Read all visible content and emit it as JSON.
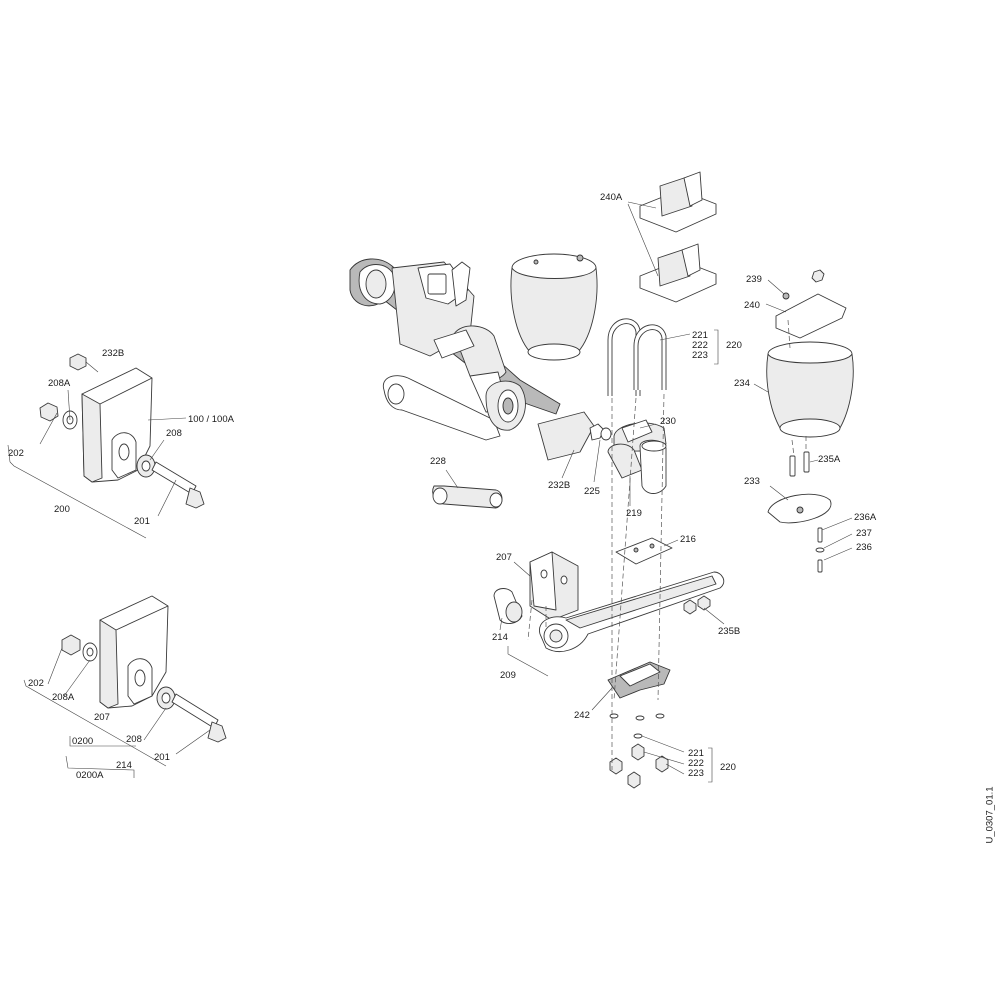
{
  "drawing_code": "U_0307_01.1",
  "labels": {
    "l_232B_top": "232B",
    "l_208A_top": "208A",
    "l_100": "100 / 100A",
    "l_208_top": "208",
    "l_202_top": "202",
    "l_200": "200",
    "l_201_top": "201",
    "l_202_bot": "202",
    "l_208A_bot": "208A",
    "l_207_bot": "207",
    "l_0200": "0200",
    "l_208_bot": "208",
    "l_201_bot": "201",
    "l_214_bot": "214",
    "l_0200A": "0200A",
    "l_240A": "240A",
    "l_239": "239",
    "l_240": "240",
    "l_221_top": "221",
    "l_222_top": "222",
    "l_223_top": "223",
    "l_220_top": "220",
    "l_234": "234",
    "l_230": "230",
    "l_235A": "235A",
    "l_228": "228",
    "l_232B_mid": "232B",
    "l_225": "225",
    "l_219": "219",
    "l_233": "233",
    "l_236A": "236A",
    "l_237": "237",
    "l_236": "236",
    "l_216": "216",
    "l_207_mid": "207",
    "l_235B": "235B",
    "l_214_mid": "214",
    "l_209": "209",
    "l_242": "242",
    "l_221_bot": "221",
    "l_222_bot": "222",
    "l_223_bot": "223",
    "l_220_bot": "220"
  }
}
